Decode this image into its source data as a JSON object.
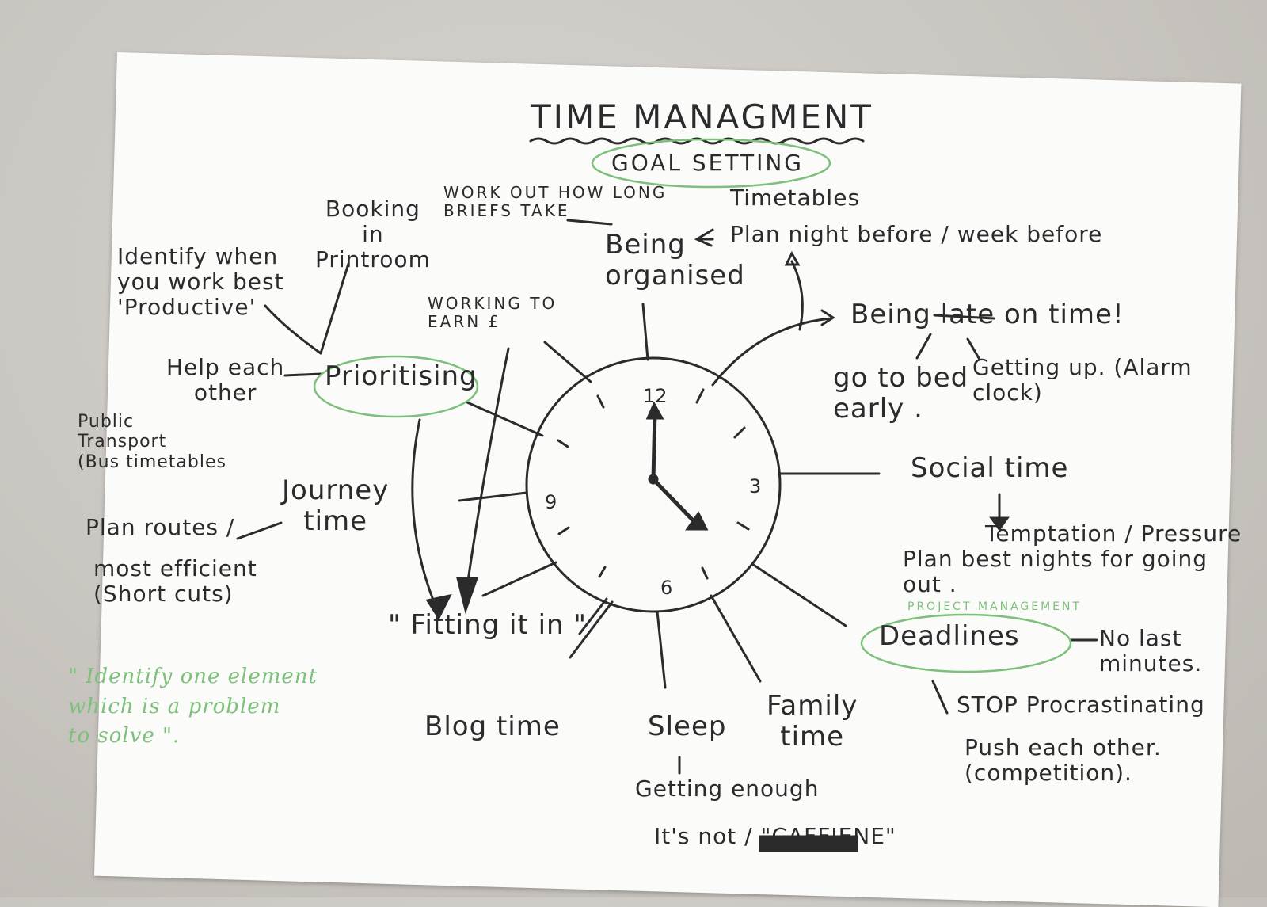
{
  "title": "TIME MANAGMENT",
  "center_topic": "GOAL SETTING",
  "clock": {
    "n12": "12",
    "n3": "3",
    "n6": "6",
    "n9": "9"
  },
  "branches": {
    "work_out": "WORK OUT HOW LONG\nBRIEFS TAKE",
    "timetables": "Timetables",
    "booking": "Booking\nin\nPrintroom",
    "identify": "Identify when\nyou work best\n'Productive'",
    "being_organised": "Being\norganised",
    "plan_night": "Plan night before / week before",
    "working_to_earn": "WORKING TO\nEARN £",
    "being_on_time": "Being late on time!",
    "help_each_other": "Help each\nother",
    "prioritising": "Prioritising",
    "go_to_bed": "go to bed\nearly .",
    "getting_up": "Getting up. (Alarm\nclock)",
    "public_transport": "Public\nTransport\n(Bus timetables",
    "journey_time": "Journey\ntime",
    "plan_routes": "Plan routes /",
    "most_efficient": "most efficient\n(Short cuts)",
    "social_time": "Social time",
    "temptation": "Temptation / Pressure",
    "plan_best_nights": "Plan best nights for going\nout .",
    "fitting_it_in": "\" Fitting it in \"",
    "project_management": "PROJECT MANAGEMENT",
    "deadlines": "Deadlines",
    "no_last_minutes": "No last\nminutes.",
    "stop_procrastinating": "STOP Procrastinating",
    "push_each_other": "Push each other.\n(competition).",
    "blog_time": "Blog time",
    "sleep": "Sleep",
    "family_time": "Family\ntime",
    "getting_enough": "Getting enough",
    "its_not_caffiene": "It's not / \"CAFFIENE\"",
    "identify_one_element": "\" Identify one element\nwhich is a problem\nto solve \"."
  },
  "colors": {
    "ink": "#2b2b2b",
    "green": "#7cc07a",
    "paper": "#fbfbfa"
  }
}
